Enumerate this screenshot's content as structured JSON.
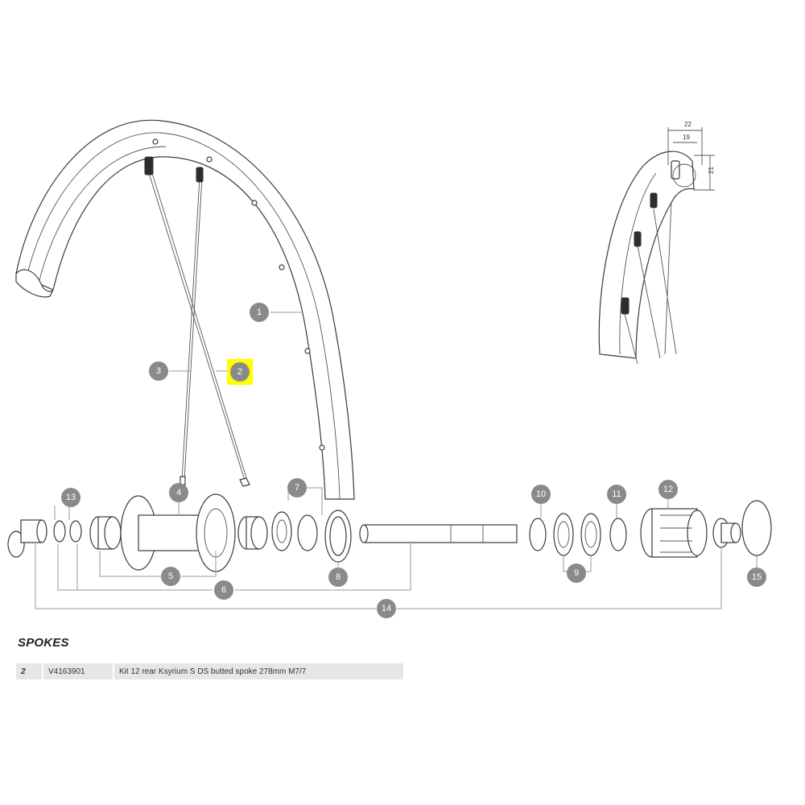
{
  "callouts": {
    "c1": "1",
    "c2": "2",
    "c3": "3",
    "c4": "4",
    "c5": "5",
    "c6": "6",
    "c7": "7",
    "c8": "8",
    "c9": "9",
    "c10": "10",
    "c11": "11",
    "c12": "12",
    "c13": "13",
    "c14": "14",
    "c15": "15"
  },
  "dimensions": {
    "width_outer": "22",
    "width_inner": "19",
    "height": "21"
  },
  "colors": {
    "callout": "#8a8a8a",
    "highlight": "#ffff00",
    "row": "#e6e6e6"
  },
  "section": {
    "title": "SPOKES",
    "rows": [
      {
        "number": "2",
        "reference": "V4163901",
        "description": "Kit 12 rear Ksyrium S DS butted spoke 278mm M7/7"
      }
    ]
  }
}
